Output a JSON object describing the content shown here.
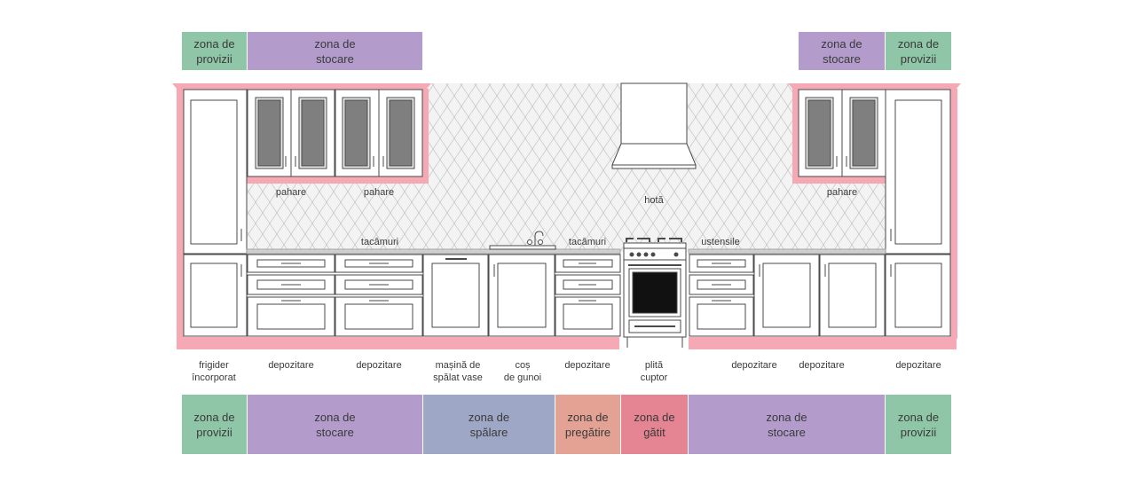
{
  "colors": {
    "provizii": "#8fc6a8",
    "stocare": "#b39ccc",
    "spalare": "#9ea8c6",
    "pregatire": "#e3a294",
    "gatit": "#e58492",
    "outline_pink": "#f4a9b4",
    "cabinet_line": "#4a4a4a",
    "glass": "#7f7f7f"
  },
  "top_zones_left": [
    {
      "label": "zona de\nprovizii",
      "color": "provizii"
    },
    {
      "label": "zona de\nstocare",
      "color": "stocare"
    }
  ],
  "top_zones_right": [
    {
      "label": "zona de\nstocare",
      "color": "stocare"
    },
    {
      "label": "zona de\nprovizii",
      "color": "provizii"
    }
  ],
  "bottom_zones": [
    {
      "label": "zona de\nprovizii",
      "color": "provizii"
    },
    {
      "label": "zona de\nstocare",
      "color": "stocare"
    },
    {
      "label": "zona de\nspălare",
      "color": "spalare"
    },
    {
      "label": "zona de\npregătire",
      "color": "pregatire"
    },
    {
      "label": "zona de\ngătit",
      "color": "gatit"
    },
    {
      "label": "zona de\nstocare",
      "color": "stocare"
    },
    {
      "label": "zona de\nprovizii",
      "color": "provizii"
    }
  ],
  "scene_labels": [
    {
      "text": "pahare"
    },
    {
      "text": "pahare"
    },
    {
      "text": "pahare"
    },
    {
      "text": "hotă"
    },
    {
      "text": "tacâmuri"
    },
    {
      "text": "tacâmuri"
    },
    {
      "text": "ustensile"
    }
  ],
  "bottom_labels": [
    {
      "text": "frigider\nîncorporat"
    },
    {
      "text": "depozitare"
    },
    {
      "text": "depozitare"
    },
    {
      "text": "mașină de\nspălat vase"
    },
    {
      "text": "coș\nde gunoi"
    },
    {
      "text": "depozitare"
    },
    {
      "text": "plită\ncuptor"
    },
    {
      "text": "depozitare"
    },
    {
      "text": "depozitare"
    },
    {
      "text": "depozitare"
    }
  ]
}
